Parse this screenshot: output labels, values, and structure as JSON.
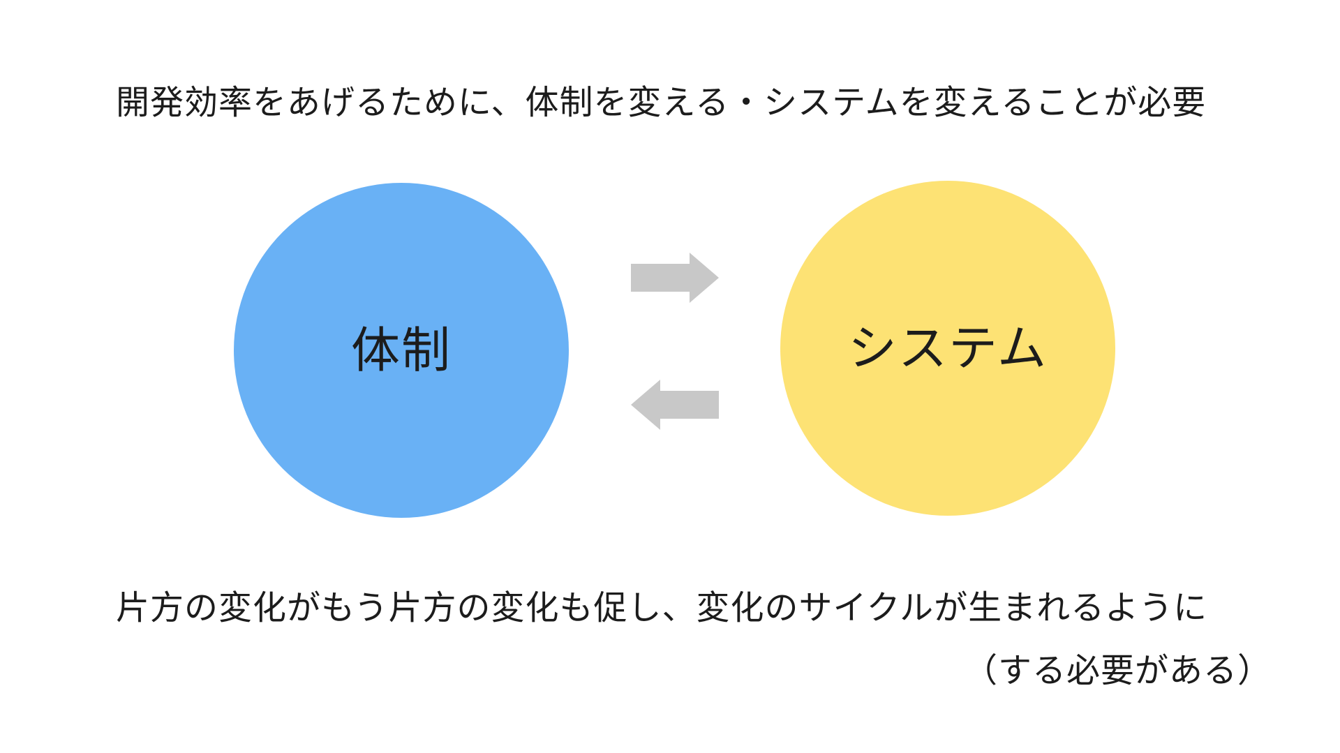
{
  "slide": {
    "heading": "開発効率をあげるために、体制を変える・システムを変えることが必要",
    "left_node": {
      "label": "体制",
      "color": "#69b1f5"
    },
    "right_node": {
      "label": "システム",
      "color": "#fde274"
    },
    "arrows": {
      "color": "#c8c8c8",
      "top_direction": "right",
      "bottom_direction": "left"
    },
    "footer": {
      "line1": "片方の変化がもう片方の変化も促し、変化のサイクルが生まれるように",
      "line2": "（する必要がある）"
    }
  }
}
